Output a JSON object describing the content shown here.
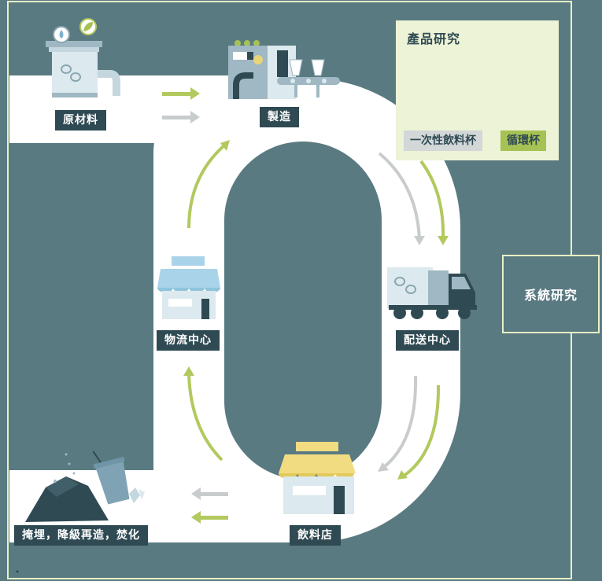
{
  "labels": {
    "raw_materials": "原材料",
    "manufacturing": "製造",
    "distribution_center": "配送中心",
    "beverage_shop": "飲料店",
    "logistics_center": "物流中心",
    "disposal": "掩埋，降級再造，焚化"
  },
  "product_research": {
    "title": "產品研究",
    "disposable_cup": "一次性飲料杯",
    "reusable_cup": "循環杯"
  },
  "system_research": "系統研究",
  "colors": {
    "background": "#5a7a82",
    "path": "#ffffff",
    "label_bg": "#2f4a53",
    "green_arrow": "#b2c95e",
    "gray_arrow": "#c9cccd",
    "accent_green": "#a7c254",
    "panel_bg": "#ecf3d6"
  }
}
